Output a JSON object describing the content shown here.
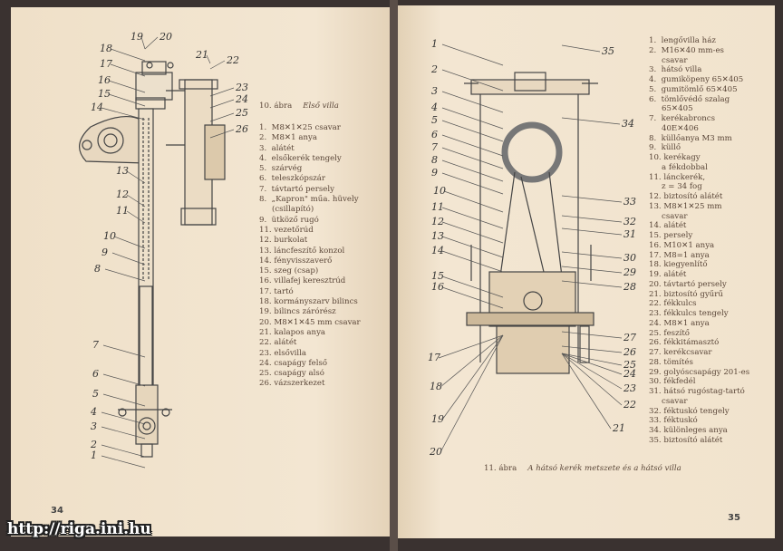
{
  "left_page": {
    "page_number": "34",
    "figure": {
      "number": "10. ábra",
      "title": "Első villa"
    },
    "callouts": [
      "19",
      "20",
      "18",
      "17",
      "16",
      "15",
      "14",
      "21",
      "22",
      "23",
      "24",
      "25",
      "26",
      "13",
      "12",
      "11",
      "10",
      "9",
      "8",
      "7",
      "6",
      "5",
      "4",
      "3",
      "2",
      "1"
    ],
    "legend": [
      {
        "text": "1.  M8✕1✕25 csavar"
      },
      {
        "text": "2.  M8✕1 anya"
      },
      {
        "text": "3.  alátét"
      },
      {
        "text": "4.  elsőkerék tengely"
      },
      {
        "text": "5.  szárvég"
      },
      {
        "text": "6.  teleszkópszár"
      },
      {
        "text": "7.  távtartó persely"
      },
      {
        "text": "8.  „Kapron\" műa. hüvely"
      },
      {
        "text": "(csillapító)",
        "sub": true
      },
      {
        "text": "9.  ütköző rugó"
      },
      {
        "text": "11. vezetőrúd"
      },
      {
        "text": "12. burkolat"
      },
      {
        "text": "13. láncfeszítő konzol"
      },
      {
        "text": "14. fényvisszaverő"
      },
      {
        "text": "15. szeg (csap)"
      },
      {
        "text": "16. villafej keresztrúd"
      },
      {
        "text": "17. tartó"
      },
      {
        "text": "18. kormányszarv bilincs"
      },
      {
        "text": "19. bilincs zárórész"
      },
      {
        "text": "20. M8✕1✕45 mm csavar"
      },
      {
        "text": "21. kalapos anya"
      },
      {
        "text": "22. alátét"
      },
      {
        "text": "23. elsővilla"
      },
      {
        "text": "24. csapágy felső"
      },
      {
        "text": "25. csapágy alsó"
      },
      {
        "text": "26. vázszerkezet"
      }
    ]
  },
  "right_page": {
    "page_number": "35",
    "figure": {
      "number": "11. ábra",
      "title": "A hátsó kerék metszete és a hátsó villa"
    },
    "callouts_left": [
      "1",
      "2",
      "3",
      "4",
      "5",
      "6",
      "7",
      "8",
      "9",
      "10",
      "11",
      "12",
      "13",
      "14",
      "15",
      "16",
      "17",
      "18",
      "19",
      "20"
    ],
    "callouts_right": [
      "35",
      "34",
      "33",
      "32",
      "31",
      "30",
      "29",
      "28",
      "27",
      "26",
      "25",
      "24",
      "23",
      "22",
      "21"
    ],
    "legend": [
      {
        "text": "1.  lengővilla ház"
      },
      {
        "text": "2.  M16✕40 mm-es"
      },
      {
        "text": "csavar",
        "sub": true
      },
      {
        "text": "3.  hátsó villa"
      },
      {
        "text": "4.  gumiköpeny 65✕405"
      },
      {
        "text": "5.  gumitömlő 65✕405"
      },
      {
        "text": "6.  tömlővédő szalag"
      },
      {
        "text": "65✕405",
        "sub": true
      },
      {
        "text": "7.  kerékabroncs"
      },
      {
        "text": "40E✕406",
        "sub": true
      },
      {
        "text": "8.  küllőanya M3 mm"
      },
      {
        "text": "9.  küllő"
      },
      {
        "text": "10. kerékagy"
      },
      {
        "text": "a fékdobbal",
        "sub": true
      },
      {
        "text": "11. lánckerék,"
      },
      {
        "text": "z = 34 fog",
        "sub": true
      },
      {
        "text": "12. biztosító alátét"
      },
      {
        "text": "13. M8✕1✕25 mm"
      },
      {
        "text": "csavar",
        "sub": true
      },
      {
        "text": "14. alátét"
      },
      {
        "text": "15. persely"
      },
      {
        "text": "16. M10✕1 anya"
      },
      {
        "text": "17. M8=1 anya"
      },
      {
        "text": "18. kiegyenlítő"
      },
      {
        "text": "19. alátét"
      },
      {
        "text": "20. távtartó persely"
      },
      {
        "text": "21. biztosító gyűrű"
      },
      {
        "text": "22. fékkulcs"
      },
      {
        "text": "23. fékkulcs tengely"
      },
      {
        "text": "24. M8✕1 anya"
      },
      {
        "text": "25. feszítő"
      },
      {
        "text": "26. fékkitámasztó"
      },
      {
        "text": "27. kerékcsavar"
      },
      {
        "text": "28. tömítés"
      },
      {
        "text": "29. golyóscsapágy 201-es"
      },
      {
        "text": "30. fékfedél"
      },
      {
        "text": "31. hátsó rugóstag-tartó"
      },
      {
        "text": "csavar",
        "sub": true
      },
      {
        "text": "32. féktuskó tengely"
      },
      {
        "text": "33. féktuskó"
      },
      {
        "text": "34. különleges anya"
      },
      {
        "text": "35. biztosító alátét"
      }
    ]
  },
  "watermark": "http://riga.ini.hu"
}
